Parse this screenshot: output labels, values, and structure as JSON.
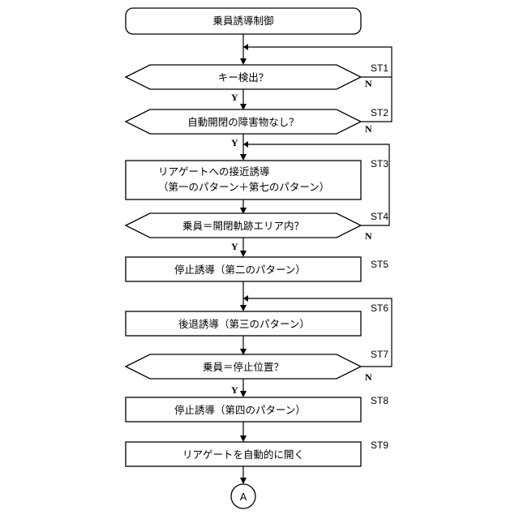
{
  "flow": {
    "start": "乗員誘導制御",
    "d1": "キー検出？",
    "d2": "自動開閉の障害物なし？",
    "p3_line1": "リアゲートへの接近誘導",
    "p3_line2": "（第一のパターン＋第七のパターン）",
    "d4": "乗員＝開閉軌跡エリア内？",
    "p5": "停止誘導（第二のパターン）",
    "p6": "後退誘導（第三のパターン）",
    "d7": "乗員＝停止位置？",
    "p8": "停止誘導（第四のパターン）",
    "p9": "リアゲートを自動的に開く",
    "connector": "A"
  },
  "steps": {
    "st1": "ST1",
    "st2": "ST2",
    "st3": "ST3",
    "st4": "ST4",
    "st5": "ST5",
    "st6": "ST6",
    "st7": "ST7",
    "st8": "ST8",
    "st9": "ST9"
  },
  "branch": {
    "yes": "Y",
    "no": "N"
  }
}
